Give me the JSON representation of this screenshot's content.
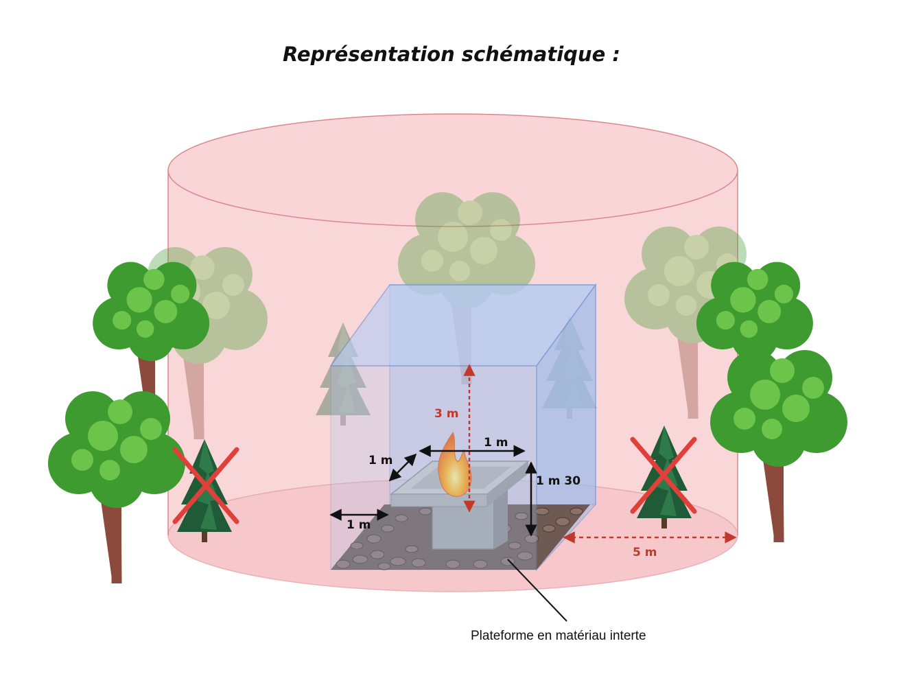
{
  "title": "Représentation schématique :",
  "labels": {
    "height_above_fire": "3 m",
    "width": "1 m",
    "depth": "1 m",
    "height_pedestal": "1 m 30",
    "platform_margin": "1 m",
    "clearance_radius": "5 m",
    "platform_caption": "Plateforme en matériau interte"
  },
  "colors": {
    "cylinder_fill": "#f7c9cc",
    "cylinder_edge": "#d9888e",
    "box_fill": "#a9c3ee",
    "box_edge": "#6f92d6",
    "red_accent": "#c0392b",
    "cross": "#e0403a",
    "leaf_green": "#4caf38",
    "conifer": "#1f5b37"
  },
  "icons": [
    "deciduous-tree-icon",
    "conifer-tree-icon",
    "red-cross-icon",
    "flame-icon",
    "fire-pit-icon",
    "gravel-icon"
  ]
}
